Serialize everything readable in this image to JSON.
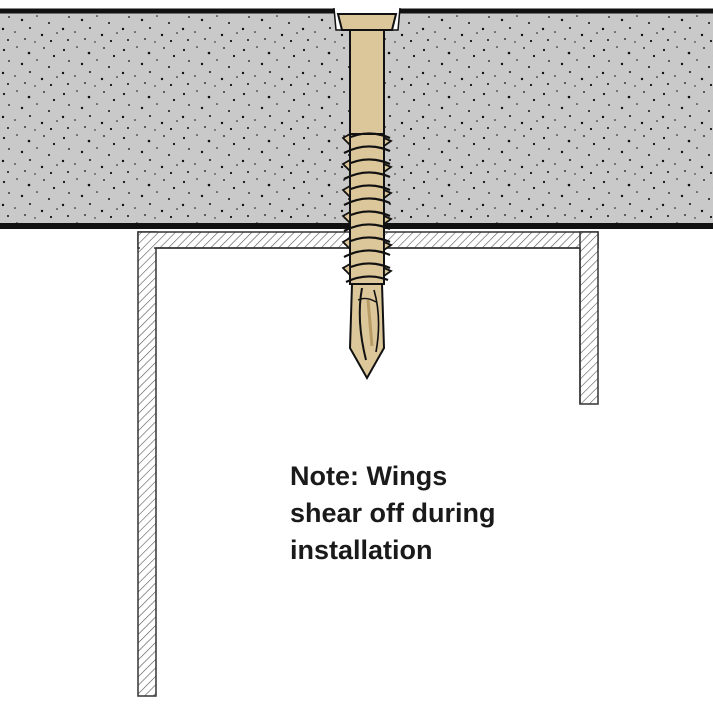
{
  "note": {
    "lines": [
      "Note: Wings",
      "shear off during",
      "installation"
    ]
  },
  "colors": {
    "panel_fill": "#c9c9c9",
    "panel_edge": "#111111",
    "screw_fill": "#dcc79a",
    "screw_shadow": "#b89d66",
    "stud_hatch": "#555555",
    "text": "#1a1a1a"
  },
  "icons": [
    "fastener-illustration"
  ]
}
